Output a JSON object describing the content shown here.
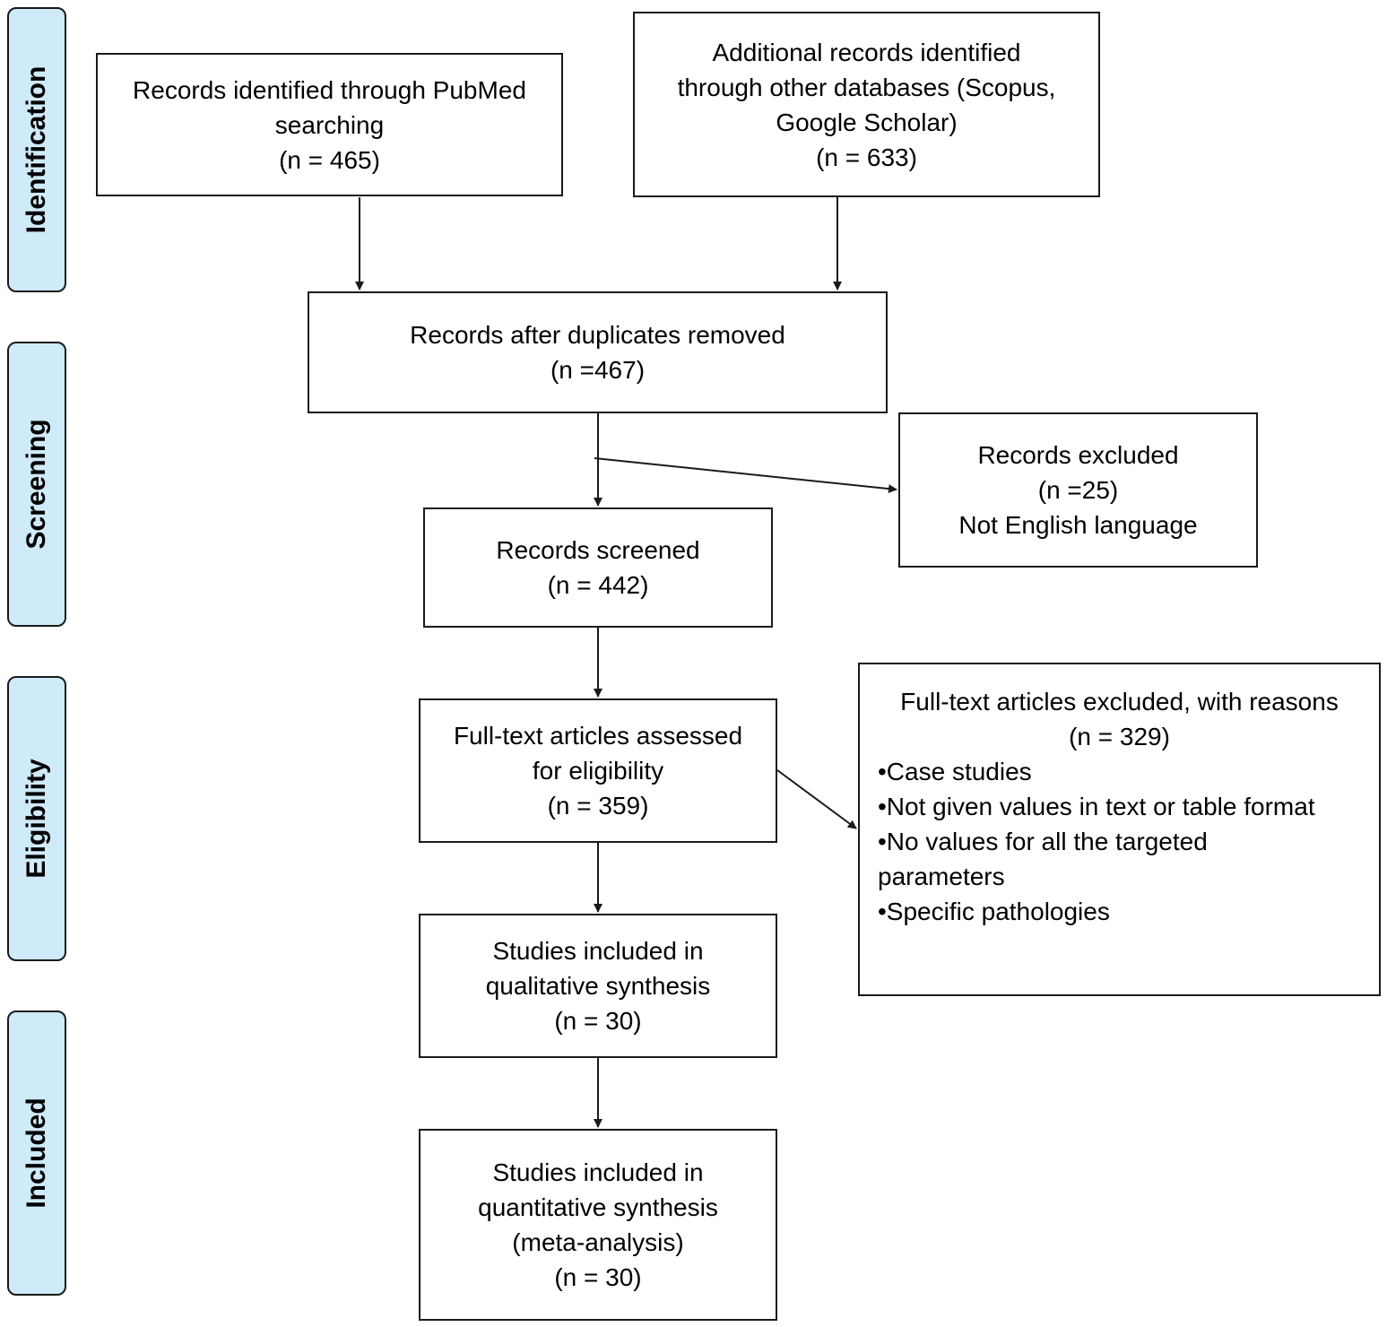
{
  "stages": {
    "identification": "Identification",
    "screening": "Screening",
    "eligibility": "Eligibility",
    "included": "Included"
  },
  "boxes": {
    "pubmed": {
      "lines": [
        "Records identified through PubMed",
        "searching",
        "(n = 465)"
      ]
    },
    "other_db": {
      "lines": [
        "Additional records identified",
        "through other databases (Scopus,",
        "Google Scholar)",
        "(n = 633)"
      ]
    },
    "duplicates_removed": {
      "lines": [
        "Records after duplicates removed",
        "(n =467)"
      ]
    },
    "records_excluded": {
      "lines": [
        "Records excluded",
        "(n =25)",
        "Not English language"
      ]
    },
    "records_screened": {
      "lines": [
        "Records screened",
        "(n = 442)"
      ]
    },
    "fulltext_assessed": {
      "lines": [
        "Full-text articles assessed",
        "for eligibility",
        "(n = 359)"
      ]
    },
    "fulltext_excluded": {
      "title": "Full-text articles excluded, with reasons",
      "count": "(n = 329)",
      "reasons": [
        "•Case studies",
        "•Not given values in text or table format",
        "•No values for all the targeted parameters",
        "•Specific pathologies"
      ]
    },
    "qualitative": {
      "lines": [
        "Studies included in",
        "qualitative synthesis",
        "(n = 30)"
      ]
    },
    "quantitative": {
      "lines": [
        "Studies included in",
        "quantitative synthesis",
        "(meta-analysis)",
        "(n = 30)"
      ]
    }
  },
  "colors": {
    "stage_fill": "#cfeaf8",
    "stroke": "#1a1a1a"
  }
}
